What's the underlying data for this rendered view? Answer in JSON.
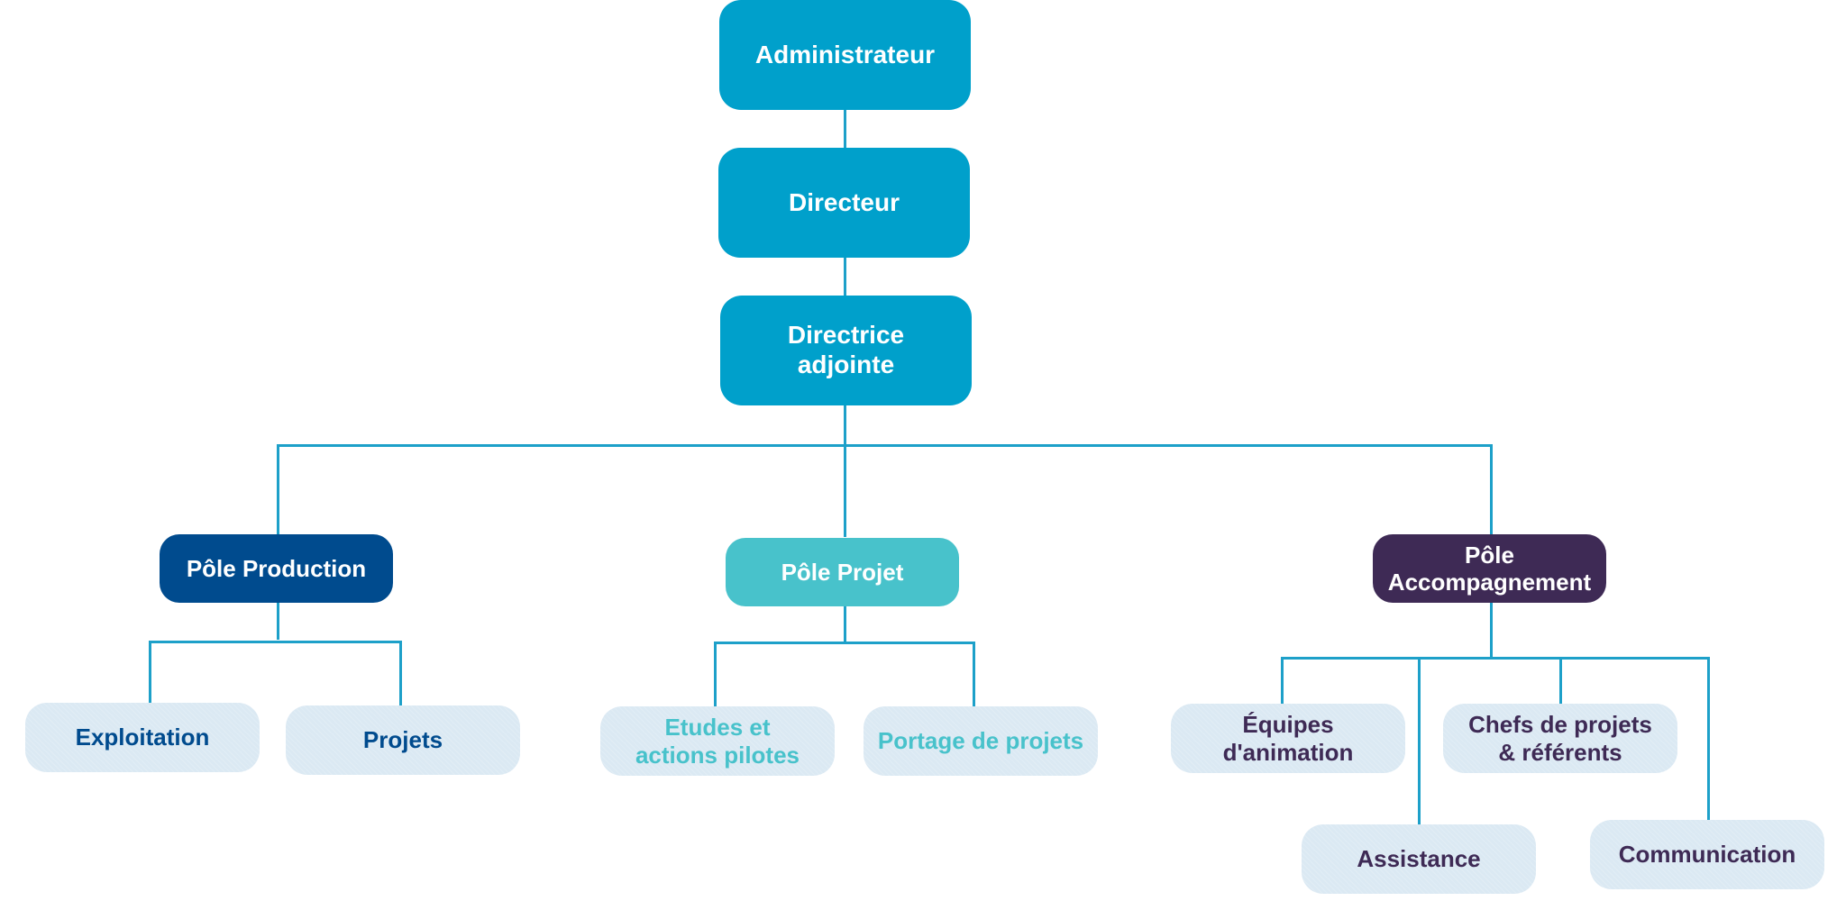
{
  "colors": {
    "connector": "#1da0c9",
    "top_level": "#00a0cb",
    "pole_production": "#004b8e",
    "pole_projet": "#48c2cb",
    "pole_accompagnement": "#3e2a55",
    "leaf_background": "#dbe9f3"
  },
  "chart": {
    "administrateur": "Administrateur",
    "directeur": "Directeur",
    "directrice_adjointe": "Directrice\nadjointe",
    "pole_production": {
      "label": "Pôle Production",
      "children": [
        "Exploitation",
        "Projets"
      ]
    },
    "pole_projet": {
      "label": "Pôle Projet",
      "children": [
        "Etudes et\nactions pilotes",
        "Portage de projets"
      ]
    },
    "pole_accompagnement": {
      "label": "Pôle\nAccompagnement",
      "children": [
        "Équipes d'animation",
        "Chefs de projets\n& référents",
        "Assistance",
        "Communication"
      ]
    }
  }
}
